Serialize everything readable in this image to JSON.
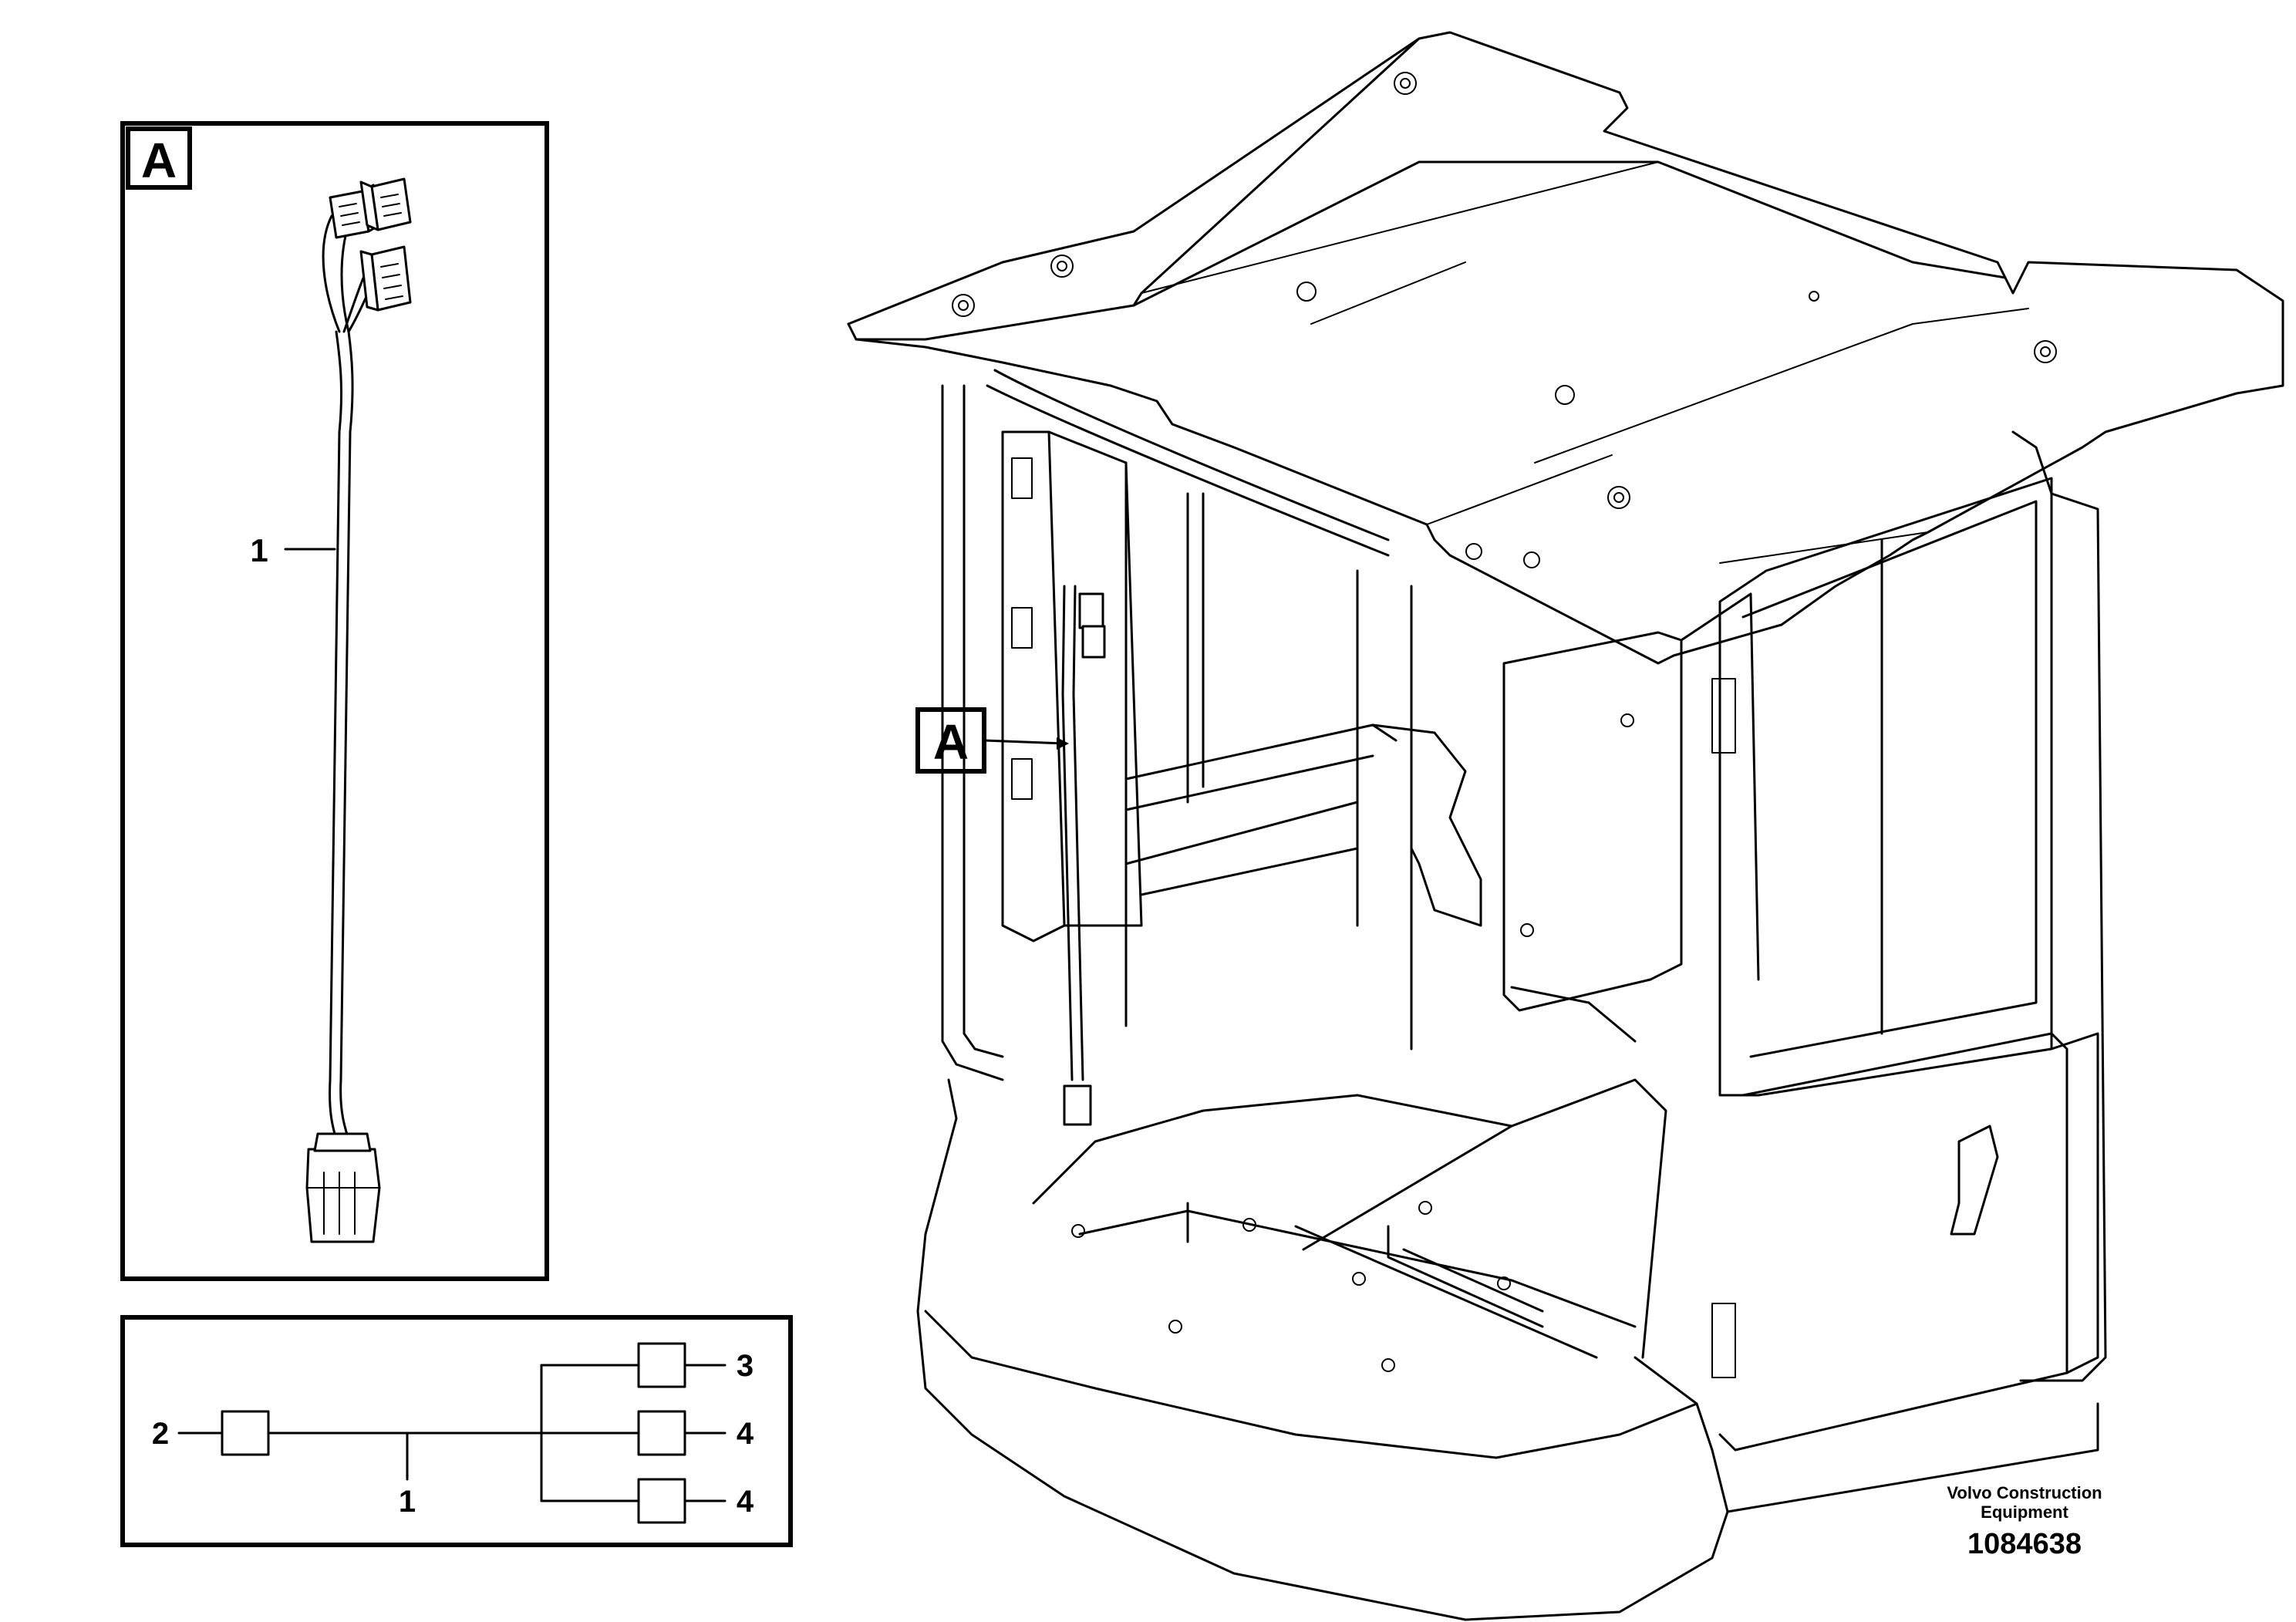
{
  "detail_a": {
    "tag": "A",
    "callout_harness": "1"
  },
  "schematic": {
    "callout_main_connector": "2",
    "callout_harness": "1",
    "callout_branch_top": "3",
    "callout_branch_mid": "4",
    "callout_branch_bottom": "4"
  },
  "main_view": {
    "callout_tag": "A"
  },
  "brand": {
    "line1": "Volvo Construction",
    "line2": "Equipment",
    "drawing_number": "1084638"
  }
}
